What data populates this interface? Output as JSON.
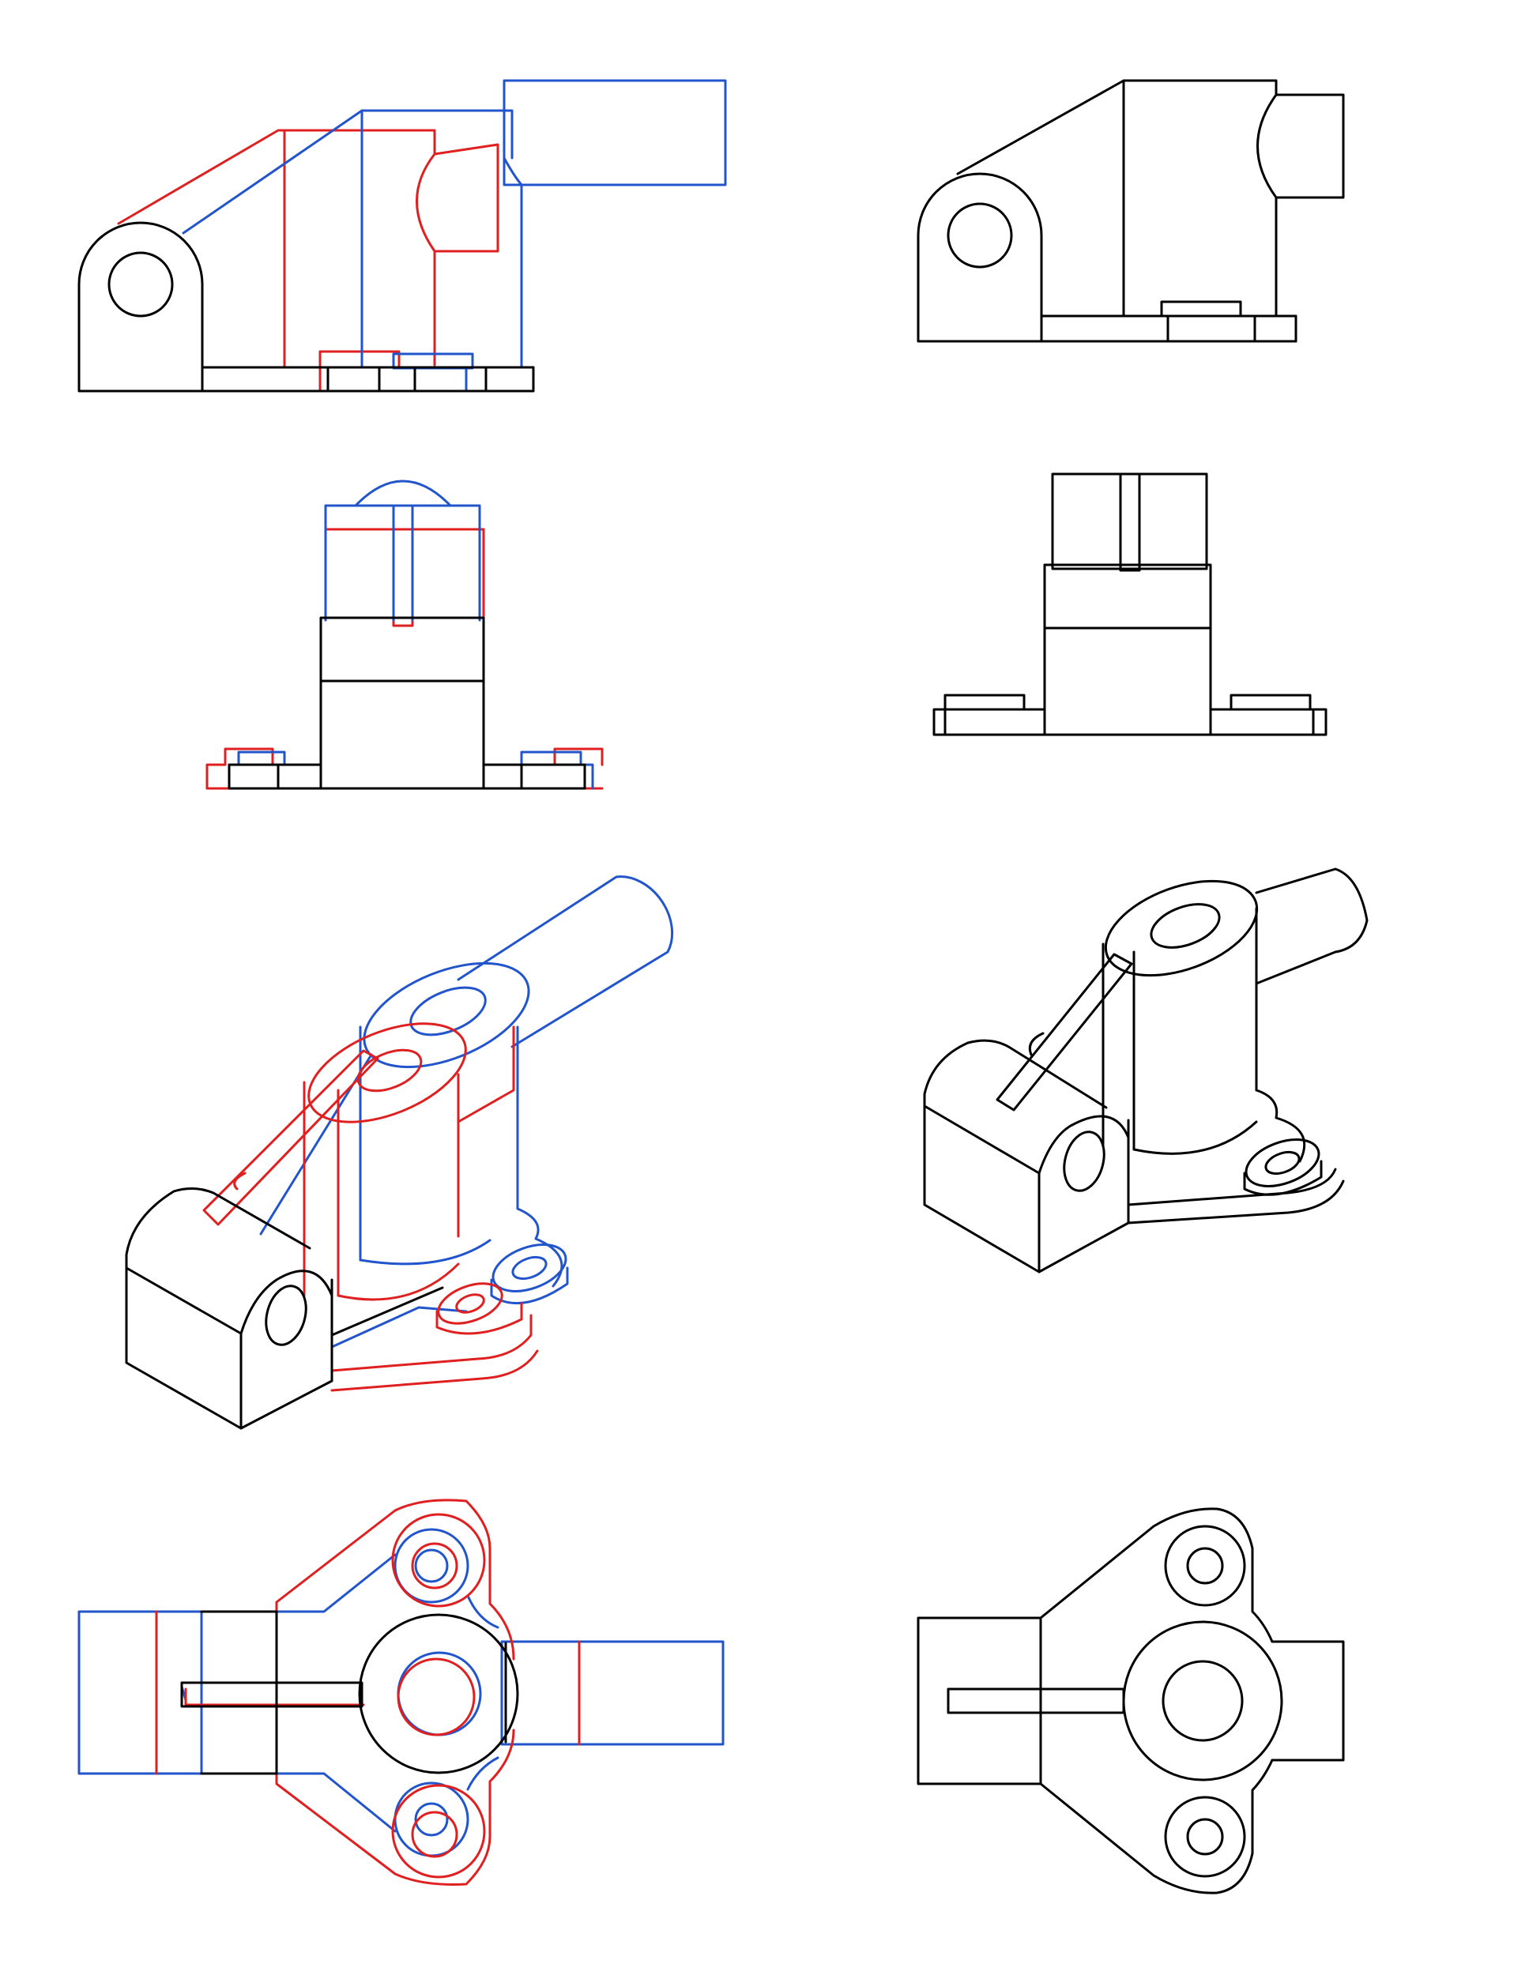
{
  "colors": {
    "base_outline": "#000000",
    "variant_a": "#e02020",
    "variant_b": "#2255cc",
    "background": "#ffffff"
  },
  "panels": [
    {
      "id": "front-overlay",
      "row": 1,
      "column": "left",
      "colors_used": [
        "base_outline",
        "variant_a",
        "variant_b"
      ]
    },
    {
      "id": "front-result",
      "row": 1,
      "column": "right",
      "colors_used": [
        "base_outline"
      ]
    },
    {
      "id": "side-overlay",
      "row": 2,
      "column": "left",
      "colors_used": [
        "base_outline",
        "variant_a",
        "variant_b"
      ]
    },
    {
      "id": "side-result",
      "row": 2,
      "column": "right",
      "colors_used": [
        "base_outline"
      ]
    },
    {
      "id": "isometric-overlay",
      "row": 3,
      "column": "left",
      "colors_used": [
        "base_outline",
        "variant_a",
        "variant_b"
      ]
    },
    {
      "id": "isometric-result",
      "row": 3,
      "column": "right",
      "colors_used": [
        "base_outline"
      ]
    },
    {
      "id": "top-overlay",
      "row": 4,
      "column": "left",
      "colors_used": [
        "base_outline",
        "variant_a",
        "variant_b"
      ]
    },
    {
      "id": "top-result",
      "row": 4,
      "column": "right",
      "colors_used": [
        "base_outline"
      ]
    }
  ]
}
